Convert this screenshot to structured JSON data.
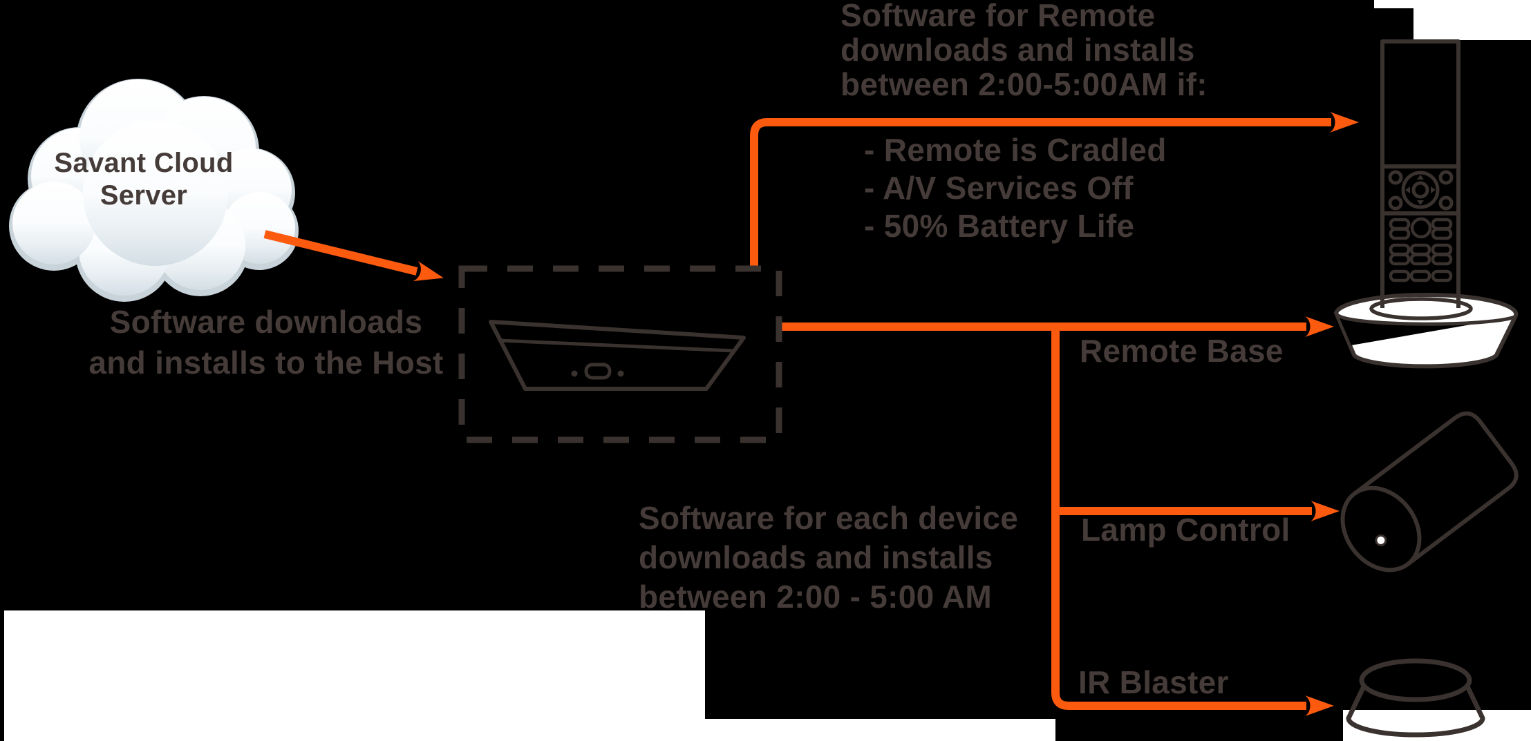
{
  "colors": {
    "background": "#000000",
    "arrow_orange": "#fb5a0f",
    "line_dark": "#3a322e",
    "text_dark": "#453b38",
    "cloud_shadow": "#c9d3da",
    "white": "#ffffff"
  },
  "cloud": {
    "label": "Savant Cloud\nServer"
  },
  "host": {
    "caption": "Software downloads\nand installs to the Host"
  },
  "remote_update": {
    "note": "Software for Remote\ndownloads and installs\nbetween 2:00-5:00AM if:",
    "conditions": "- Remote is Cradled\n- A/V Services Off\n- 50% Battery Life"
  },
  "device_update": {
    "note": "Software for each device\ndownloads and installs\nbetween 2:00 - 5:00 AM"
  },
  "device_labels": {
    "remote_base": "Remote Base",
    "lamp_control": "Lamp Control",
    "ir_blaster": "IR Blaster"
  }
}
